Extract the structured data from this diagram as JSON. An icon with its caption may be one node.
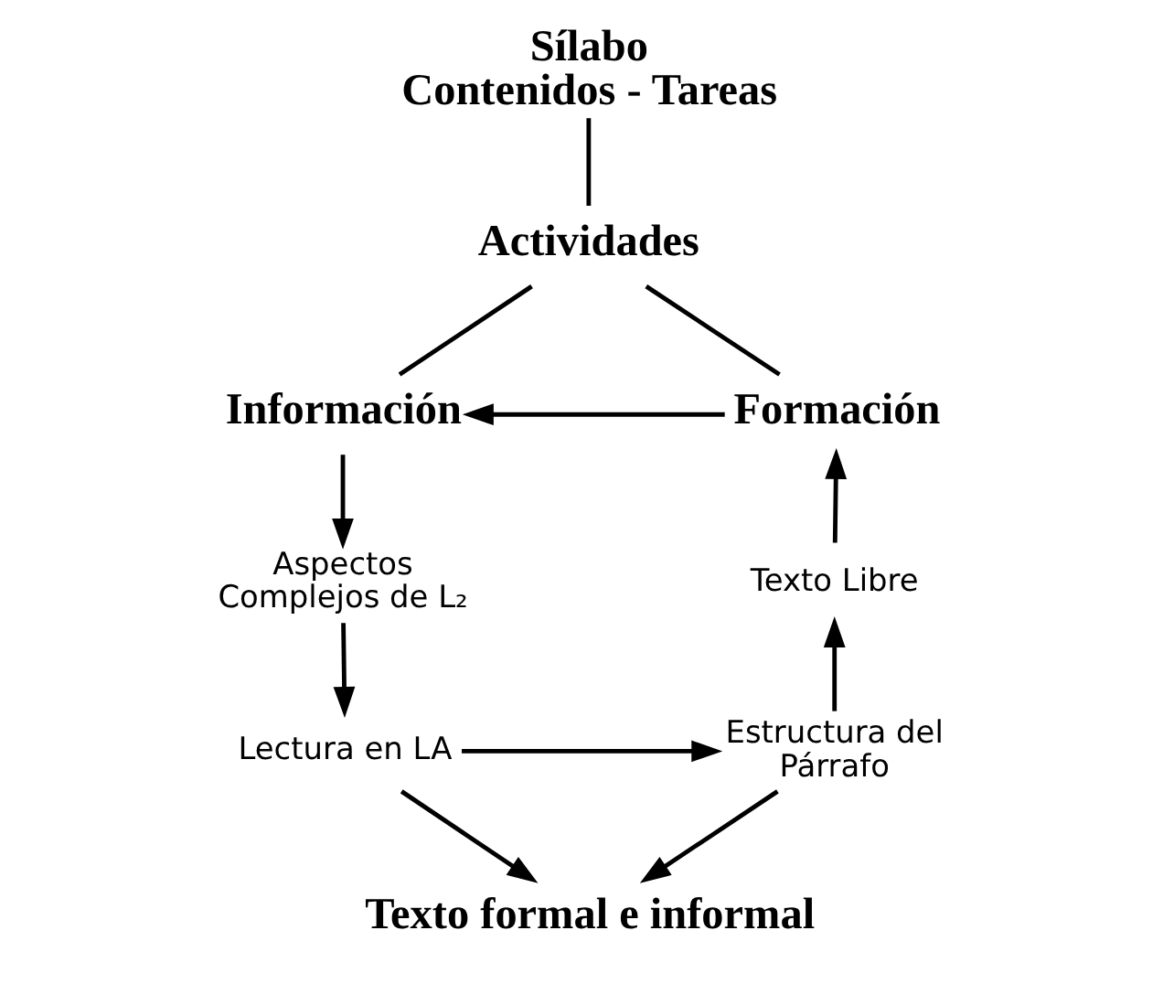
{
  "diagram": {
    "nodes": [
      {
        "text": [
          "Sílabo",
          "Contenidos - Tareas"
        ]
      },
      {
        "text": [
          "Actividades"
        ]
      },
      {
        "text": [
          "Información"
        ]
      },
      {
        "text": [
          "Formación"
        ]
      },
      {
        "text": [
          "Aspectos Complejos de L₂"
        ]
      },
      {
        "text": [
          "Lectura en LA"
        ]
      },
      {
        "text": [
          "Texto formal e informal"
        ]
      },
      {
        "text": [
          "Estructura del Párrafo"
        ]
      },
      {
        "text": [
          "Texto Libre"
        ]
      }
    ],
    "edges": [
      {
        "from": 0,
        "to": 1,
        "arrow": "none"
      },
      {
        "from": 1,
        "to": 2,
        "arrow": "none"
      },
      {
        "from": 1,
        "to": 3,
        "arrow": "none"
      },
      {
        "from": 3,
        "to": 2,
        "arrow": "to"
      },
      {
        "from": 2,
        "to": 4,
        "arrow": "to"
      },
      {
        "from": 4,
        "to": 5,
        "arrow": "to"
      },
      {
        "from": 5,
        "to": 6,
        "arrow": "to"
      },
      {
        "from": 5,
        "to": 7,
        "arrow": "to"
      },
      {
        "from": 7,
        "to": 6,
        "arrow": "to"
      },
      {
        "from": 7,
        "to": 8,
        "arrow": "to"
      },
      {
        "from": 8,
        "to": 3,
        "arrow": "to"
      }
    ]
  }
}
